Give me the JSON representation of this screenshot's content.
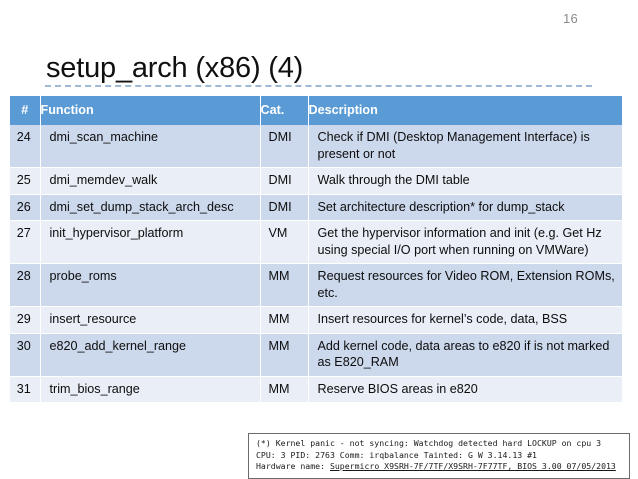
{
  "slide": {
    "number": "16",
    "title": "setup_arch (x86) (4)"
  },
  "table": {
    "headers": {
      "num": "#",
      "function": "Function",
      "category": "Cat.",
      "description": "Description"
    },
    "rows": [
      {
        "num": "24",
        "function": "dmi_scan_machine",
        "category": "DMI",
        "description": "Check if DMI (Desktop Management Interface) is present or not"
      },
      {
        "num": "25",
        "function": "dmi_memdev_walk",
        "category": "DMI",
        "description": "Walk through the DMI table"
      },
      {
        "num": "26",
        "function": "dmi_set_dump_stack_arch_desc",
        "category": "DMI",
        "description": "Set architecture description* for dump_stack"
      },
      {
        "num": "27",
        "function": "init_hypervisor_platform",
        "category": "VM",
        "description": "Get the hypervisor information and init (e.g. Get Hz using special I/O port when running on VMWare)"
      },
      {
        "num": "28",
        "function": "probe_roms",
        "category": "MM",
        "description": "Request resources for Video ROM, Extension ROMs, etc."
      },
      {
        "num": "29",
        "function": "insert_resource",
        "category": "MM",
        "description": "Insert resources for kernel’s code, data, BSS"
      },
      {
        "num": "30",
        "function": "e820_add_kernel_range",
        "category": "MM",
        "description": "Add kernel code, data areas to e820 if is not marked as E820_RAM"
      },
      {
        "num": "31",
        "function": "trim_bios_range",
        "category": "MM",
        "description": "Reserve BIOS areas in e820"
      }
    ]
  },
  "callout": {
    "line1": "(*) Kernel panic - not syncing: Watchdog detected hard LOCKUP on cpu 3",
    "line2": "CPU: 3 PID: 2763 Comm: irqbalance Tainted: G     W 3.14.13 #1",
    "line3_prefix": "Hardware name: ",
    "line3_underlined": "Supermicro X9SRH-7F/7TF/X9SRH-7F77TF, BIOS 3.00 07/05/2013"
  },
  "colors": {
    "header_blue": "#5b9bd5",
    "band_a": "#ccd8ec",
    "band_b": "#e9eef7",
    "dashed_rule": "#9fb8d4"
  }
}
